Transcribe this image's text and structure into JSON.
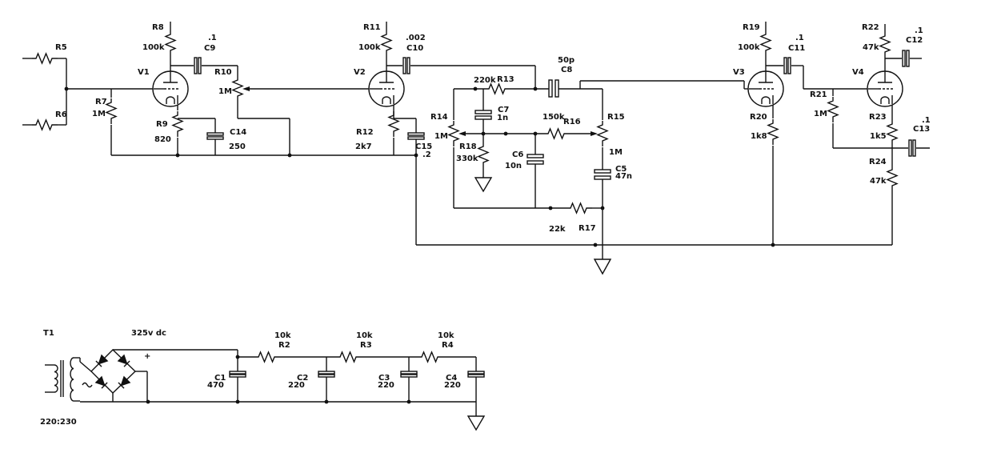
{
  "components": {
    "R5": {
      "ref": "R5"
    },
    "R6": {
      "ref": "R6"
    },
    "R7": {
      "ref": "R7",
      "value": "1M"
    },
    "R8": {
      "ref": "R8",
      "value": "100k"
    },
    "R9": {
      "ref": "R9",
      "value": "820"
    },
    "R10": {
      "ref": "R10",
      "value": "1M"
    },
    "R11": {
      "ref": "R11",
      "value": "100k"
    },
    "R12": {
      "ref": "R12",
      "value": "2k7"
    },
    "R13": {
      "ref": "R13",
      "value": "220k"
    },
    "R14": {
      "ref": "R14",
      "value": "1M"
    },
    "R15": {
      "ref": "R15",
      "value": "1M"
    },
    "R16": {
      "ref": "R16",
      "value": "150k"
    },
    "R17": {
      "ref": "R17",
      "value": "22k"
    },
    "R18": {
      "ref": "R18",
      "value": "330k"
    },
    "R19": {
      "ref": "R19",
      "value": "100k"
    },
    "R20": {
      "ref": "R20",
      "value": "1k8"
    },
    "R21": {
      "ref": "R21",
      "value": "1M"
    },
    "R22": {
      "ref": "R22",
      "value": "47k"
    },
    "R23": {
      "ref": "R23",
      "value": "1k5"
    },
    "R24": {
      "ref": "R24",
      "value": "47k"
    },
    "R2": {
      "ref": "R2",
      "value": "10k"
    },
    "R3": {
      "ref": "R3",
      "value": "10k"
    },
    "R4": {
      "ref": "R4",
      "value": "10k"
    },
    "C1": {
      "ref": "C1",
      "value": "470"
    },
    "C2": {
      "ref": "C2",
      "value": "220"
    },
    "C3": {
      "ref": "C3",
      "value": "220"
    },
    "C4": {
      "ref": "C4",
      "value": "220"
    },
    "C5": {
      "ref": "C5",
      "value": "47n"
    },
    "C6": {
      "ref": "C6",
      "value": "10n"
    },
    "C7": {
      "ref": "C7",
      "value": "1n"
    },
    "C8": {
      "ref": "C8",
      "value": "50p"
    },
    "C9": {
      "ref": "C9",
      "value": ".1"
    },
    "C10": {
      "ref": "C10",
      "value": ".002"
    },
    "C11": {
      "ref": "C11",
      "value": ".1"
    },
    "C12": {
      "ref": "C12",
      "value": ".1"
    },
    "C13": {
      "ref": "C13",
      "value": ".1"
    },
    "C14": {
      "ref": "C14",
      "value": "250"
    },
    "C15": {
      "ref": "C15",
      "value": ".2"
    },
    "V1": {
      "ref": "V1"
    },
    "V2": {
      "ref": "V2"
    },
    "V3": {
      "ref": "V3"
    },
    "V4": {
      "ref": "V4"
    },
    "T1": {
      "ref": "T1",
      "ratio": "220:230"
    }
  },
  "supply": {
    "voltage": "325v dc",
    "plus": "+"
  },
  "icons": {
    "resistor": "zigzag-resistor-icon",
    "capacitor": "parallel-plate-capacitor-icon",
    "triode": "triode-valve-icon",
    "ground": "ground-triangle-icon",
    "transformer": "transformer-coil-icon",
    "bridge": "diode-bridge-icon",
    "potentiometer": "potentiometer-arrow-icon"
  }
}
